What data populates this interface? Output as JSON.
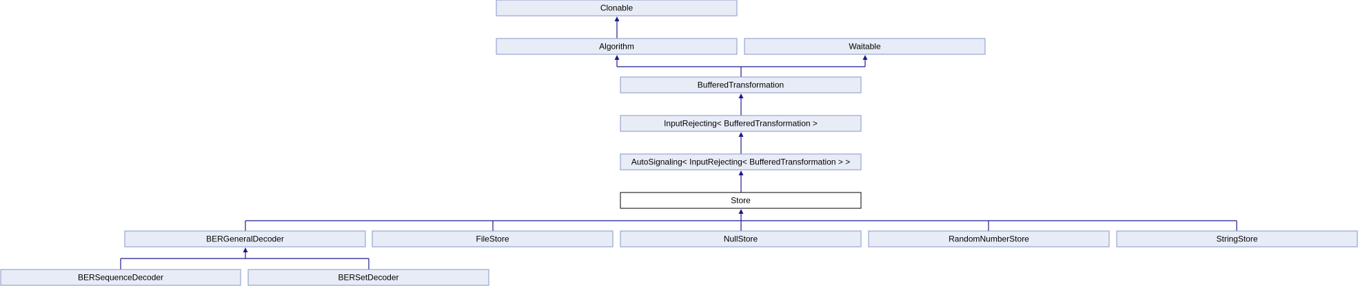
{
  "diagram": {
    "nodes": {
      "clonable": "Clonable",
      "algorithm": "Algorithm",
      "waitable": "Waitable",
      "buffered_transformation": "BufferedTransformation",
      "input_rejecting": "InputRejecting< BufferedTransformation >",
      "auto_signaling": "AutoSignaling< InputRejecting< BufferedTransformation > >",
      "store": "Store",
      "ber_general_decoder": "BERGeneralDecoder",
      "file_store": "FileStore",
      "null_store": "NullStore",
      "random_number_store": "RandomNumberStore",
      "string_store": "StringStore",
      "ber_sequence_decoder": "BERSequenceDecoder",
      "ber_set_decoder": "BERSetDecoder"
    },
    "current_node": "store",
    "colors": {
      "node_fill": "#e8ecf6",
      "node_border": "#8496c9",
      "current_border": "#000000",
      "edge": "#1a1a8c"
    }
  }
}
